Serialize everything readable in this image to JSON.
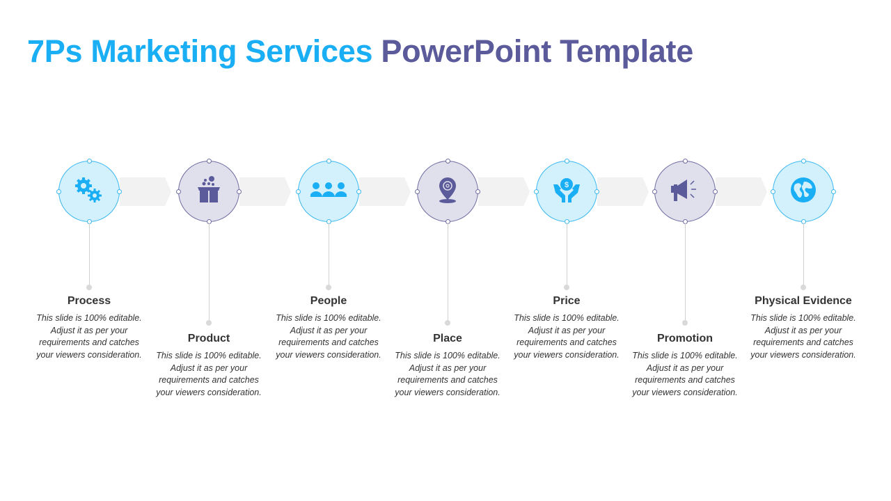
{
  "title": {
    "part1": "7Ps Marketing Services",
    "part2": "PowerPoint Template"
  },
  "colors": {
    "blue": "#1aaef5",
    "purple": "#5b5a9a"
  },
  "steps": [
    {
      "title": "Process",
      "icon": "gears-icon",
      "desc": "This slide is 100% editable. Adjust it as per your requirements and catches your viewers consideration."
    },
    {
      "title": "Product",
      "icon": "box-icon",
      "desc": "This slide is 100% editable. Adjust it as per your requirements and catches your viewers consideration."
    },
    {
      "title": "People",
      "icon": "people-icon",
      "desc": "This slide is 100% editable. Adjust it as per your requirements and catches your viewers consideration."
    },
    {
      "title": "Place",
      "icon": "location-pin-icon",
      "desc": "This slide is 100% editable. Adjust it as per your requirements and catches your viewers consideration."
    },
    {
      "title": "Price",
      "icon": "hands-dollar-icon",
      "desc": "This slide is 100% editable. Adjust it as per your requirements and catches your viewers consideration."
    },
    {
      "title": "Promotion",
      "icon": "megaphone-icon",
      "desc": "This slide is 100% editable. Adjust it as per your requirements and catches your viewers consideration."
    },
    {
      "title": "Physical Evidence",
      "icon": "globe-icon",
      "desc": "This slide is 100% editable. Adjust it as per your requirements and catches your viewers consideration."
    }
  ]
}
